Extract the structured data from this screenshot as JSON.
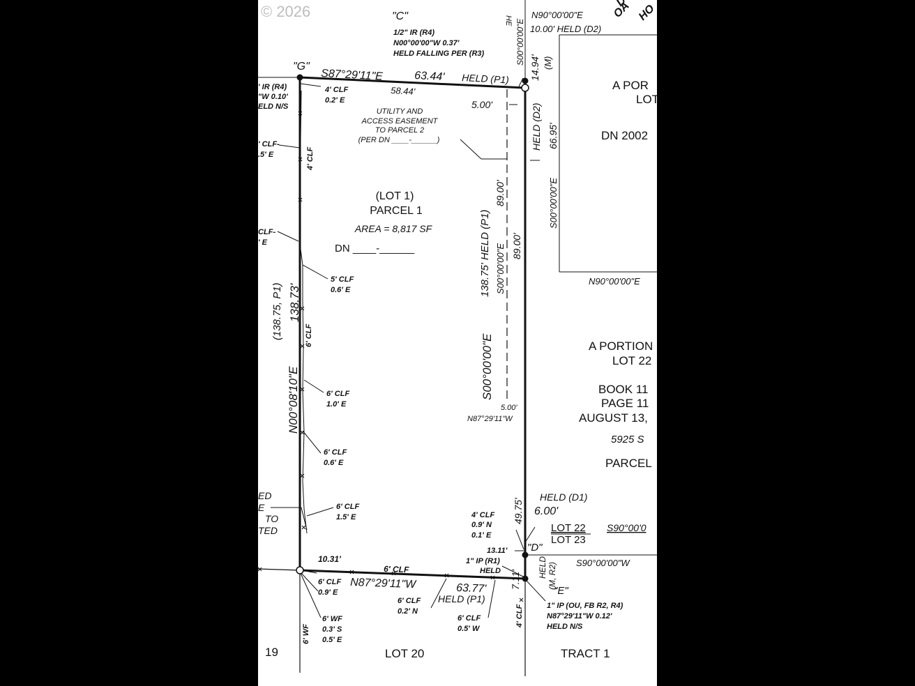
{
  "watermark": "© 2026",
  "points": {
    "c": "\"C\"",
    "g": "\"G\"",
    "d": "\"D\"",
    "e": "\"E\""
  },
  "top_notes": {
    "c1": "1/2\" IR (R4)",
    "c2": "N00°00'00\"W 0.37'",
    "c3": "HELD FALLING PER (R3)",
    "ne1": "N90°00'00\"E",
    "ne2": "10.00' HELD (D2)",
    "he": "HE",
    "s_top": "S00°00'00\"E",
    "letters_d": "D",
    "letters_oa": "OA",
    "letters_ho": "HO"
  },
  "north_line": {
    "bearing": "S87°29'11\"E",
    "dist": "63.44'",
    "held": "HELD (P1)",
    "inner": "58.44'"
  },
  "east_side": {
    "e1494": "14.94'",
    "m": "(M)",
    "held_d2": "HELD (D2)",
    "d6695": "66.95'",
    "s0e": "S00°00'00\"E",
    "n90e": "N90°00'00\"E",
    "d500": "5.00'"
  },
  "right_lots": {
    "a_por": "A POR",
    "lot": "LOT",
    "dn2002": "DN 2002",
    "a_portion": "A PORTION",
    "lot22": "LOT 22",
    "book": "BOOK 11",
    "page": "PAGE 11",
    "aug": "AUGUST 13,",
    "addr": "5925 S",
    "parcel": "PARCEL"
  },
  "west_side": {
    "ir": "' IR (R4)",
    "w010": "\"W 0.10'",
    "heldns": "ELD N/S",
    "clf4": "4' CLF",
    "clf4e": "0.2' E",
    "clf_a": "' CLF-",
    "clf_a2": ".5' E",
    "clf_vert": "4' CLF",
    "clf_b": "CLF-",
    "clf_b2": "' E",
    "clf5": "5' CLF",
    "clf5e": "0.6' E",
    "clf6v": "6' CLF",
    "clf6a": "6' CLF",
    "clf6ae": "1.0' E",
    "clf6b": "6' CLF",
    "clf6be": "0.6' E",
    "clf6c": "6' CLF",
    "clf6ce": "1.5' E",
    "ed": "ED",
    "e": "E",
    "to": "TO",
    "ted": "TED",
    "bearing": "N00°08'10\"E",
    "dist": "138.73'",
    "record": "(138.75, P1)"
  },
  "parcel": {
    "lot": "(LOT 1)",
    "name": "PARCEL 1",
    "area": "AREA = 8,817 SF",
    "dn": "DN ____-______"
  },
  "easement": {
    "l1": "UTILITY AND",
    "l2": "ACCESS EASEMENT",
    "l3": "TO PARCEL 2",
    "l4": "(PER DN ____-______)",
    "w500": "5.00'",
    "d89a": "89.00'",
    "d89b": "89.00'",
    "held_bearing": "S00°00'00\"E",
    "held_dist": "138.75' HELD (P1)",
    "bottom_w": "5.00'",
    "bottom_bearing": "N87°29'11\"W"
  },
  "east_line": {
    "bearing": "S00°00'00\"E",
    "d4975": "49.75'",
    "d711": "7.11'",
    "held": "HELD",
    "mr2": "(M, R2)"
  },
  "point_d": {
    "held_d1": "HELD (D1)",
    "d600": "6.00'",
    "lot22": "LOT 22",
    "lot23": "LOT 23",
    "s90": "S90°00'0",
    "s90w": "S90°00'00\"W",
    "clf": "4' CLF",
    "clf_n": "0.9' N",
    "clf_e": "0.1' E",
    "d1311": "13.11'",
    "ip": "1\" IP (R1)",
    "held": "HELD"
  },
  "south_line": {
    "d1031": "10.31'",
    "clf6": "6' CLF",
    "bearing": "N87°29'11\"W",
    "dist": "63.77'",
    "held": "HELD (P1)",
    "clf6a": "6' CLF",
    "clf6ae": "0.9' E",
    "clf6b": "6' CLF",
    "clf6bn": "0.2' N",
    "clf6c": "6' CLF",
    "clf6cw": "0.5' W",
    "wf": "6' WF",
    "wf_s": "0.3' S",
    "wf_e": "0.5' E",
    "wf_v": "6' WF",
    "clf4v": "4' CLF"
  },
  "point_e": {
    "l1": "1\" IP (OU, FB R2, R4)",
    "l2": "N87°29'11\"W 0.12'",
    "l3": "HELD N/S"
  },
  "bottom_lots": {
    "l19": "19",
    "l20": "LOT 20",
    "tract": "TRACT 1"
  }
}
